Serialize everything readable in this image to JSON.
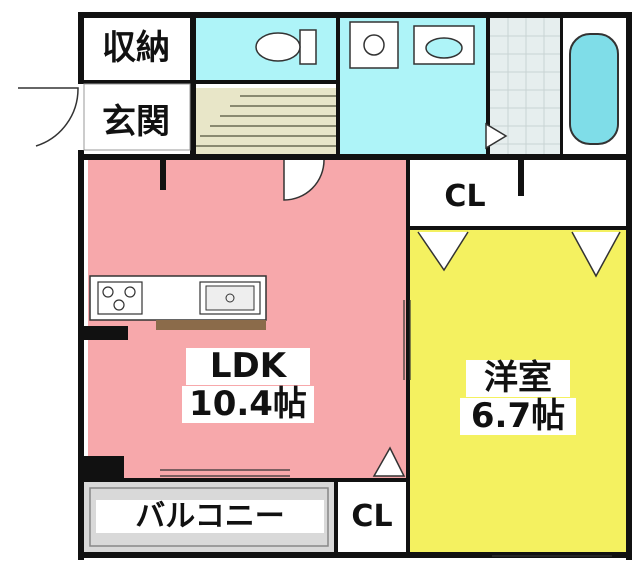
{
  "rooms": {
    "storage": "収納",
    "entrance": "玄関",
    "ldk_name": "LDK",
    "ldk_size": "10.4帖",
    "western_name": "洋室",
    "western_size": "6.7帖",
    "closet_top": "CL",
    "closet_bottom": "CL",
    "balcony": "バルコニー"
  },
  "colors": {
    "ldk": "#f7a8ab",
    "western_room": "#f4f160",
    "wet_area": "#aef4f8",
    "balcony": "#d9d9d9",
    "stairs": "#e8e6c8",
    "wall": "#111111"
  }
}
